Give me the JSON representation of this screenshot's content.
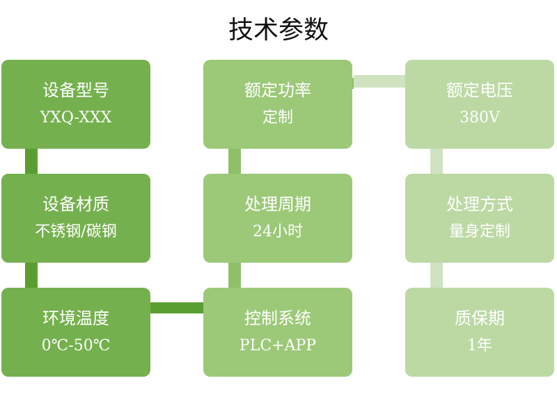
{
  "title": "技术参数",
  "params": [
    {
      "label": "设备型号",
      "value": "YXQ-XXX"
    },
    {
      "label": "额定功率",
      "value": "定制"
    },
    {
      "label": "额定电压",
      "value": "380V"
    },
    {
      "label": "设备材质",
      "value": "不锈钢/碳钢"
    },
    {
      "label": "处理周期",
      "value": "24小时"
    },
    {
      "label": "处理方式",
      "value": "量身定制"
    },
    {
      "label": "环境温度",
      "value": "0℃-50℃"
    },
    {
      "label": "控制系统",
      "value": "PLC+APP"
    },
    {
      "label": "质保期",
      "value": "1年"
    }
  ],
  "colors": {
    "column_1": "#75b04e",
    "column_2": "#9cc978",
    "column_3": "#bcd9a4",
    "connector_dark": "#5b9e30",
    "connector_mid": "#8fc067",
    "connector_light": "#cfe3c0"
  }
}
